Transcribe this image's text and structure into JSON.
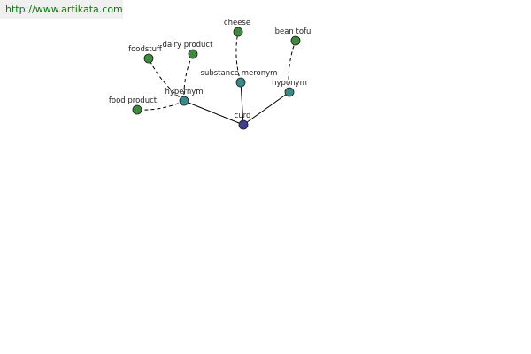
{
  "header": {
    "url": "http://www.artikata.com"
  },
  "colors": {
    "link_text": "#008000",
    "url_bar_bg": "#f0f0f0",
    "root_node": "#3f3f8f",
    "relation_node": "#3a8a8a",
    "term_node": "#3f8a3f"
  },
  "graph": {
    "root": {
      "label": "curd",
      "kind": "root"
    },
    "relations": [
      {
        "label": "hypernym",
        "terms": [
          {
            "label": "foodstuff"
          },
          {
            "label": "dairy product"
          },
          {
            "label": "food product"
          }
        ]
      },
      {
        "label": "substance meronym",
        "terms": [
          {
            "label": "cheese"
          }
        ]
      },
      {
        "label": "hyponym",
        "terms": [
          {
            "label": "bean tofu"
          }
        ]
      }
    ]
  }
}
